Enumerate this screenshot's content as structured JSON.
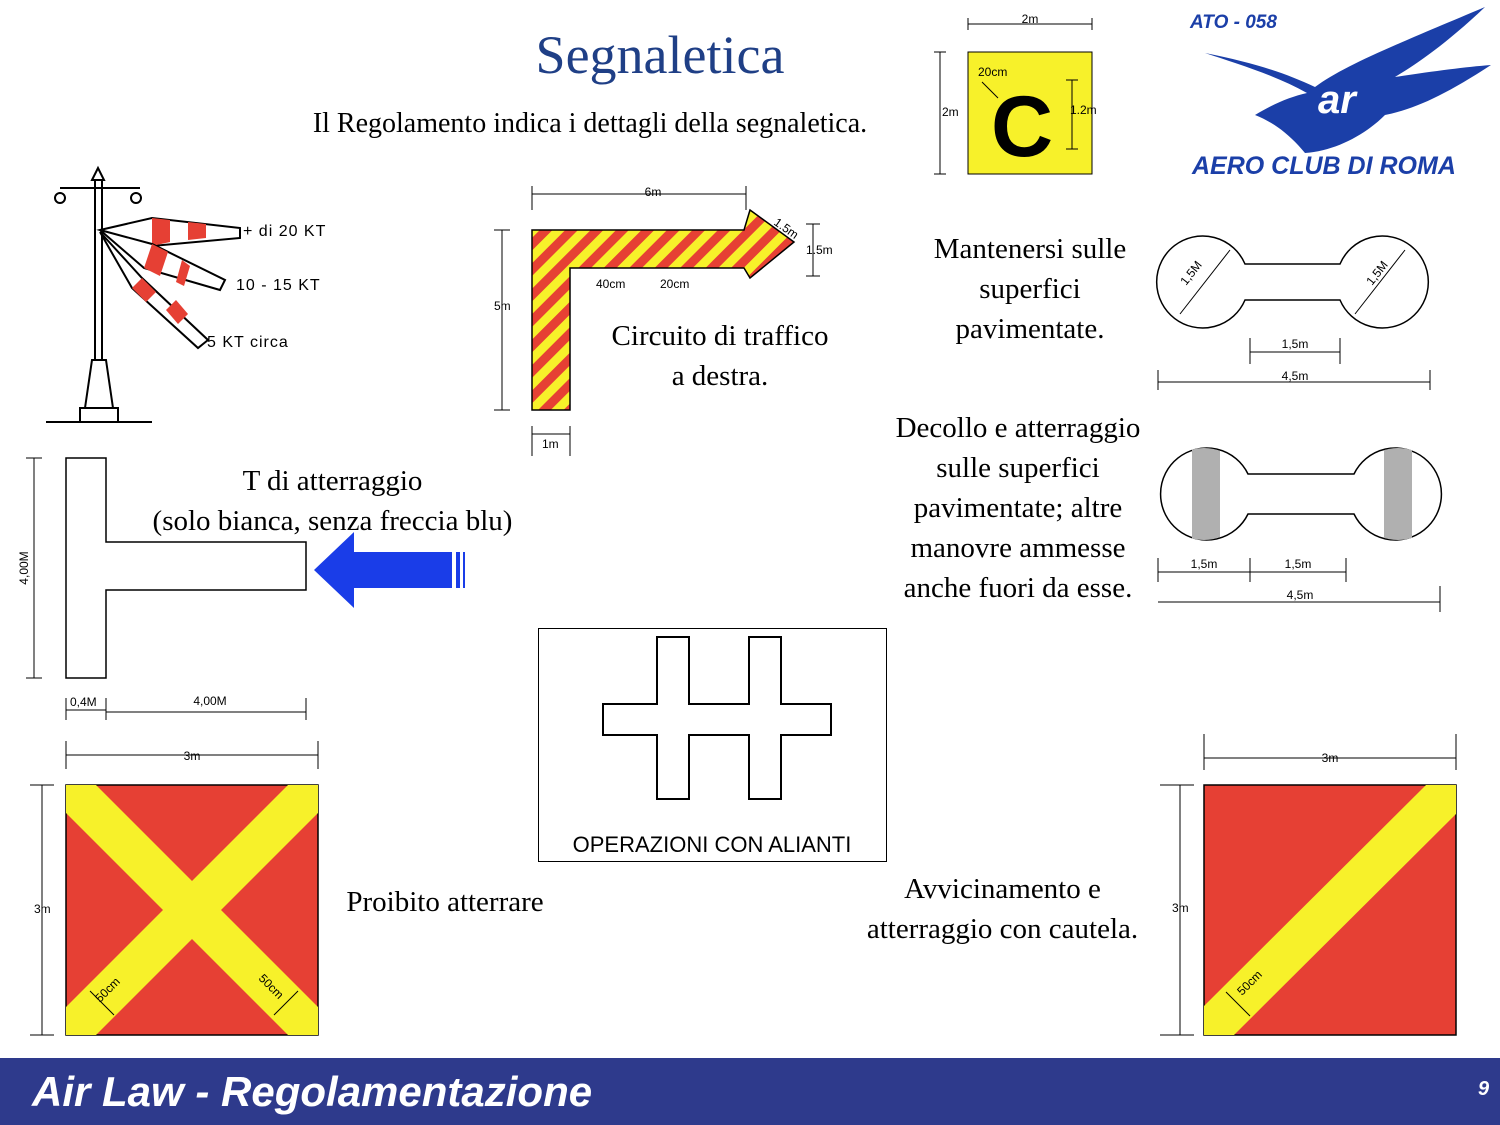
{
  "header": {
    "title": "Segnaletica",
    "subtitle": "Il Regolamento indica i dettagli della segnaletica."
  },
  "logo": {
    "top_text": "ATO - 058",
    "bottom_text": "AERO CLUB DI ROMA",
    "colors": {
      "primary": "#1b3fa8"
    }
  },
  "c_sign": {
    "letter": "C",
    "width_label": "2m",
    "height_label": "2m",
    "stroke_label": "20cm",
    "letter_height_label": "1.2m",
    "color": "#f7f12a"
  },
  "windsock": {
    "labels": [
      "+ di 20 KT",
      "10 - 15 KT",
      "5 KT circa"
    ]
  },
  "traffic_circuit": {
    "caption_line1": "Circuito di traffico",
    "caption_line2": "a destra.",
    "dims": {
      "length": "6m",
      "arrow": "1.5m",
      "arrow_height": "1.5m",
      "height": "5m",
      "stripe_a": "40cm",
      "stripe_b": "20cm",
      "width": "1m"
    }
  },
  "paved_only": {
    "caption_lines": [
      "Mantenersi sulle",
      "superfici",
      "pavimentate."
    ],
    "dims": {
      "circle_a": "1,5M",
      "circle_b": "1,5M",
      "bar": "1,5m",
      "total": "4,5m"
    }
  },
  "paved_takeoff": {
    "caption_lines": [
      "Decollo e atterraggio",
      "sulle superfici",
      "pavimentate; altre",
      "manovre ammesse",
      "anche fuori da esse."
    ],
    "dims": {
      "left": "1,5m",
      "right": "1,5m",
      "total": "4,5m"
    }
  },
  "landing_t": {
    "caption_line1": "T di atterraggio",
    "caption_line2": "(solo bianca, senza freccia blu)",
    "dims": {
      "height": "4,00M",
      "stem": "0,4M",
      "bar": "4,00M"
    },
    "arrow_color": "#1a3de8"
  },
  "gliders": {
    "label": "OPERAZIONI CON ALIANTI"
  },
  "no_landing": {
    "caption": "Proibito atterrare",
    "dims": {
      "width": "3m",
      "height": "3m",
      "stripe_left": "50cm",
      "stripe_right": "50cm"
    },
    "colors": {
      "background": "#e64034",
      "stripe": "#f7f12a"
    }
  },
  "caution": {
    "caption_line1": "Avvicinamento e",
    "caption_line2": "atterraggio con cautela.",
    "dims": {
      "width": "3m",
      "height": "3m",
      "stripe": "50cm"
    },
    "colors": {
      "background": "#e64034",
      "stripe": "#f7f12a"
    }
  },
  "footer": {
    "title": "Air Law - Regolamentazione",
    "page": "9"
  }
}
